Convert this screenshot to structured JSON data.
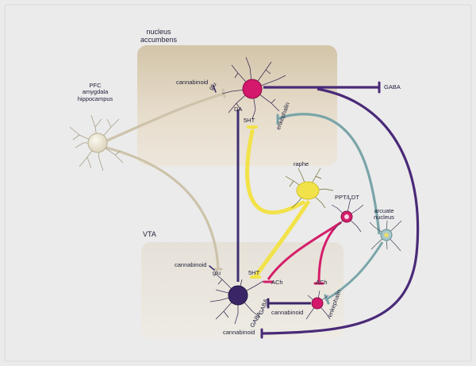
{
  "regions": {
    "nucleus_accumbens": [
      "nucleus",
      "accumbens"
    ],
    "vta": "VTA"
  },
  "labels": {
    "pfc": [
      "PFC",
      "amygdala",
      "hippocampus"
    ],
    "raphe": "raphe",
    "ppt_ldt": "PPT/LDT",
    "arcuate": [
      "arcuate",
      "nucleus"
    ],
    "nac_cannabinoid": "cannabinoid",
    "nac_glu": "glu",
    "nac_da": "DA",
    "nac_5ht": "5HT",
    "nac_enkephalin": "enkephalin",
    "gaba_out": "GABA",
    "vta_cannabinoid_top": "cannabinoid",
    "vta_glu": "glu",
    "vta_5ht": "5HT",
    "vta_ach_1": "ACh",
    "vta_ach_2": "ACh",
    "vta_enkephalin": "enkephalin",
    "vta_gaba": "GABA",
    "vta_gaba_2": "GABA",
    "vta_cannabinoid_mid": "cannabinoid",
    "vta_cannabinoid_bot": "cannabinoid"
  },
  "colors": {
    "background": "#ebebeb",
    "region_fill": "#e9e2d6",
    "region_top": "#d6c9b0",
    "glu": "#c9bfa7",
    "dopamine": "#3f2f73",
    "gaba": "#4a2a78",
    "serotonin": "#f2e24a",
    "ach": "#d41f6a",
    "enkephalin": "#7aa5a8",
    "nac_neuron": "#d4186c",
    "vta_neuron": "#3a2666",
    "text": "#1f1f3a"
  }
}
